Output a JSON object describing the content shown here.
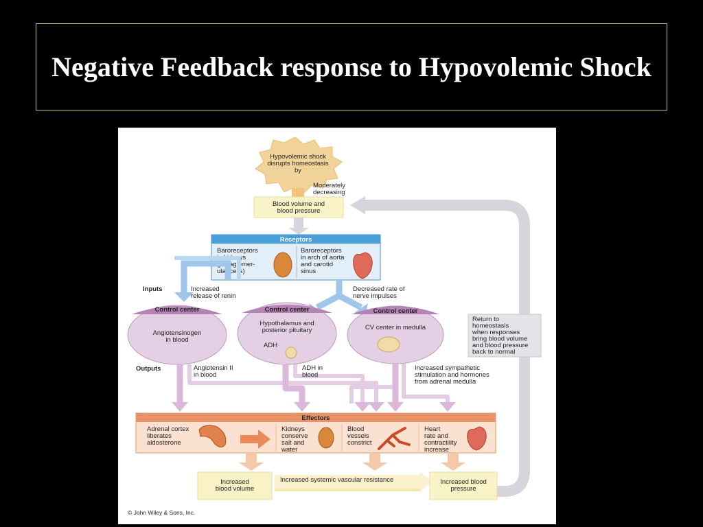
{
  "slide": {
    "title": "Negative Feedback response to Hypovolemic Shock"
  },
  "diagram": {
    "stimulus": [
      "Hypovolemic shock",
      "disrupts homeostasis",
      "by"
    ],
    "moderately": [
      "Moderately",
      "decreasing"
    ],
    "controlled": [
      "Blood volume and",
      "blood pressure"
    ],
    "receptors": {
      "header": "Receptors",
      "left": [
        "Baroreceptors",
        "in kidneys",
        "(juxtaglomer-",
        "ular cells)"
      ],
      "right": [
        "Baroreceptors",
        "in arch of aorta",
        "and carotid",
        "sinus"
      ]
    },
    "inputs_label": "Inputs",
    "input_left": [
      "Increased",
      "release of renin"
    ],
    "input_right": [
      "Decreased rate of",
      "nerve impulses"
    ],
    "control_header": "Control center",
    "centers": {
      "left": [
        "Angiotensinogen",
        "in blood"
      ],
      "middle": [
        "Hypothalamus and",
        "posterior pituitary"
      ],
      "middle_adh": "ADH",
      "right": [
        "CV center in medulla"
      ]
    },
    "return": [
      "Return to",
      "homeostasis",
      "when responses",
      "bring blood volume",
      "and blood pressure",
      "back to normal"
    ],
    "outputs_label": "Outputs",
    "outputs": {
      "left": [
        "Angiotensin II",
        "in blood"
      ],
      "middle": [
        "ADH in",
        "blood"
      ],
      "right": [
        "Increased sympathetic",
        "stimulation and hormones",
        "from adrenal medulla"
      ]
    },
    "effectors": {
      "header": "Effectors",
      "adrenal": [
        "Adrenal cortex",
        "liberates",
        "aldosterone"
      ],
      "kidneys": [
        "Kidneys",
        "conserve",
        "salt and",
        "water"
      ],
      "vessels": [
        "Blood",
        "vessels",
        "constrict"
      ],
      "heart": [
        "Heart",
        "rate and",
        "contractility",
        "increase"
      ]
    },
    "results": {
      "volume": [
        "Increased",
        "blood volume"
      ],
      "resistance": "Increased systemic vascular resistance",
      "pressure": [
        "Increased blood",
        "pressure"
      ]
    },
    "copyright": "© John Wiley & Sons, Inc."
  }
}
